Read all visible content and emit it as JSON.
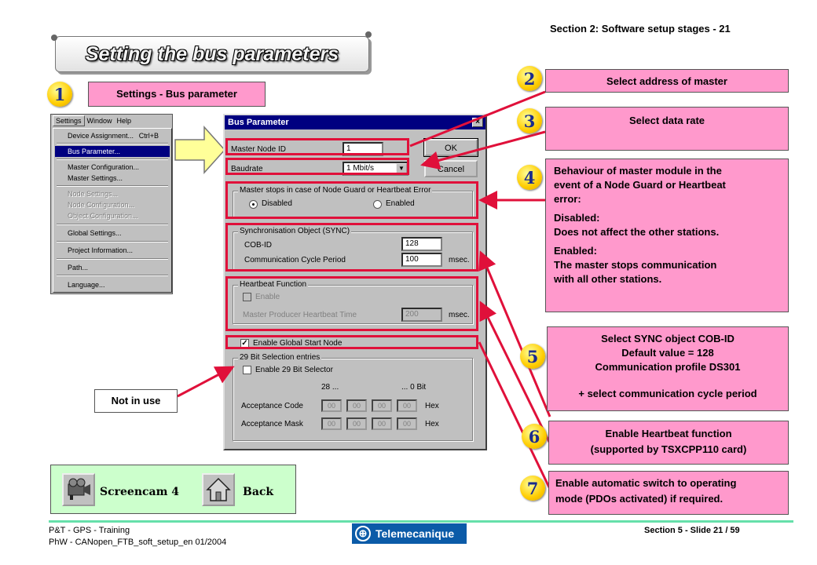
{
  "header": {
    "section": "Section 2: Software setup stages - 21",
    "title": "Setting the bus parameters"
  },
  "step1": {
    "badge": "1",
    "label": "Settings - Bus parameter"
  },
  "menu": {
    "bar": [
      "Settings",
      "Window",
      "Help"
    ],
    "items": [
      {
        "label": "Device Assignment...",
        "accel": "Ctrl+B"
      },
      {
        "label": "Bus Parameter..."
      },
      {
        "label": "Master Configuration..."
      },
      {
        "label": "Master Settings..."
      },
      {
        "label": "Node Settings..."
      },
      {
        "label": "Node Configuration..."
      },
      {
        "label": "Object Configuration..."
      },
      {
        "label": "Global Settings..."
      },
      {
        "label": "Project Information..."
      },
      {
        "label": "Path..."
      },
      {
        "label": "Language..."
      }
    ]
  },
  "dialog": {
    "title": "Bus Parameter",
    "master_node_label": "Master Node ID",
    "master_node_value": "1",
    "baudrate_label": "Baudrate",
    "baudrate_value": "1 Mbit/s",
    "ok": "OK",
    "cancel": "Cancel",
    "stop_group": "Master stops in case of Node Guard or Heartbeat Error",
    "disabled": "Disabled",
    "enabled": "Enabled",
    "sync_group": "Synchronisation Object (SYNC)",
    "cob_id_label": "COB-ID",
    "cob_id_value": "128",
    "cycle_label": "Communication Cycle Period",
    "cycle_value": "100",
    "msec": "msec.",
    "hb_group": "Heartbeat Function",
    "hb_enable": "Enable",
    "hb_time_label": "Master Producer Heartbeat Time",
    "hb_time_value": "200",
    "global_start": "Enable Global Start Node",
    "bit29_group": "29 Bit Selection entries",
    "bit29_enable": "Enable 29 Bit Selector",
    "bit_hi": "28 ...",
    "bit_lo": "... 0  Bit",
    "acc_code": "Acceptance Code",
    "acc_mask": "Acceptance Mask",
    "hex": "Hex",
    "hex_cells": [
      "00",
      "00",
      "00",
      "00"
    ]
  },
  "callouts": {
    "c2": {
      "badge": "2",
      "text": "Select address of master"
    },
    "c3": {
      "badge": "3",
      "text": "Select data rate"
    },
    "c4": {
      "badge": "4",
      "line1": "Behaviour of master module in the",
      "line2": "event of a Node Guard or Heartbeat",
      "line3": "error:",
      "line4": "Disabled:",
      "line5": "Does not affect the other stations.",
      "line6": "Enabled:",
      "line7": "The master stops communication",
      "line8": "with all other stations."
    },
    "c5": {
      "badge": "5",
      "line1": "Select SYNC object COB-ID",
      "line2": "Default value = 128",
      "line3": "Communication profile DS301",
      "line4": "+ select communication cycle period"
    },
    "c6": {
      "badge": "6",
      "line1": "Enable Heartbeat function",
      "line2": "(supported by TSXCPP110 card)"
    },
    "c7": {
      "badge": "7",
      "line1": "Enable automatic switch to operating",
      "line2": "mode (PDOs activated) if required."
    },
    "not_in_use": "Not in use"
  },
  "nav": {
    "screencam": "Screencam 4",
    "back": "Back"
  },
  "footer": {
    "left1": "P&T - GPS - Training",
    "left2": "PhW - CANopen_FTB_soft_setup_en 01/2004",
    "logo": "Telemecanique",
    "right": "Section 5 - Slide 21 / 59"
  },
  "colors": {
    "pink": "#ff99cc",
    "red": "#e0103a",
    "badge": "#ffcc00",
    "nav_bg": "#ccffcc",
    "accent_line": "#66e0aa"
  }
}
